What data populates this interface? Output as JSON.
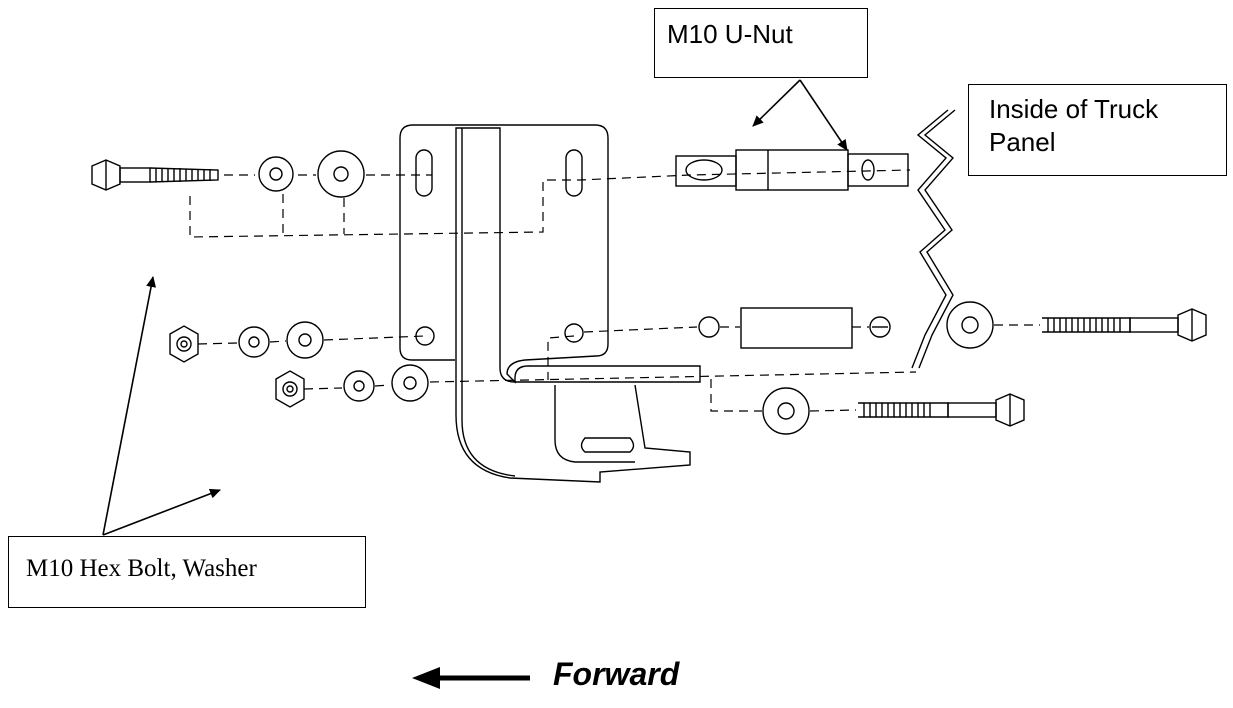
{
  "callouts": {
    "u_nut": "M10 U-Nut",
    "truck_panel_line1": "Inside of Truck",
    "truck_panel_line2": "Panel",
    "hex_bolt": "M10 Hex Bolt, Washer"
  },
  "direction": {
    "label": "Forward",
    "arrow": "left-arrow"
  },
  "colors": {
    "line": "#000000",
    "background": "#ffffff"
  }
}
